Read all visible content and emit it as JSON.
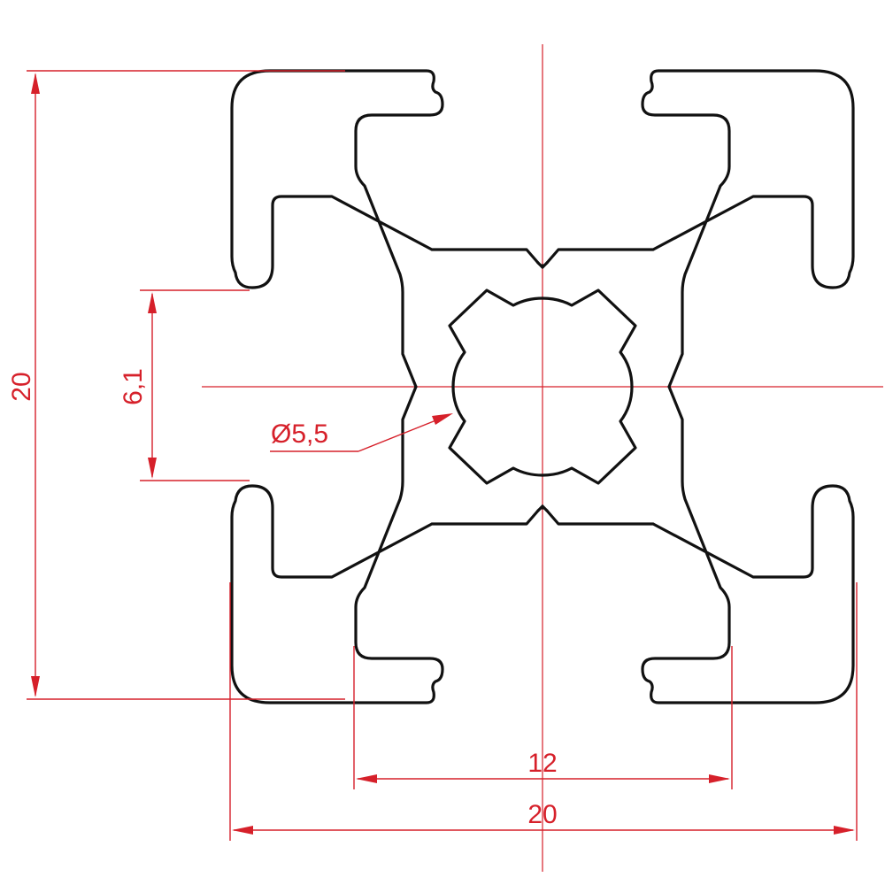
{
  "drawing": {
    "subject": "aluminium-t-slot-profile-cross-section",
    "line_color": "#111111",
    "dimension_color": "#d6202a",
    "dimensions": {
      "overall_height": "20",
      "overall_width": "20",
      "slot_width": "12",
      "slot_opening": "6,1",
      "center_bore": "Ø5,5"
    }
  }
}
